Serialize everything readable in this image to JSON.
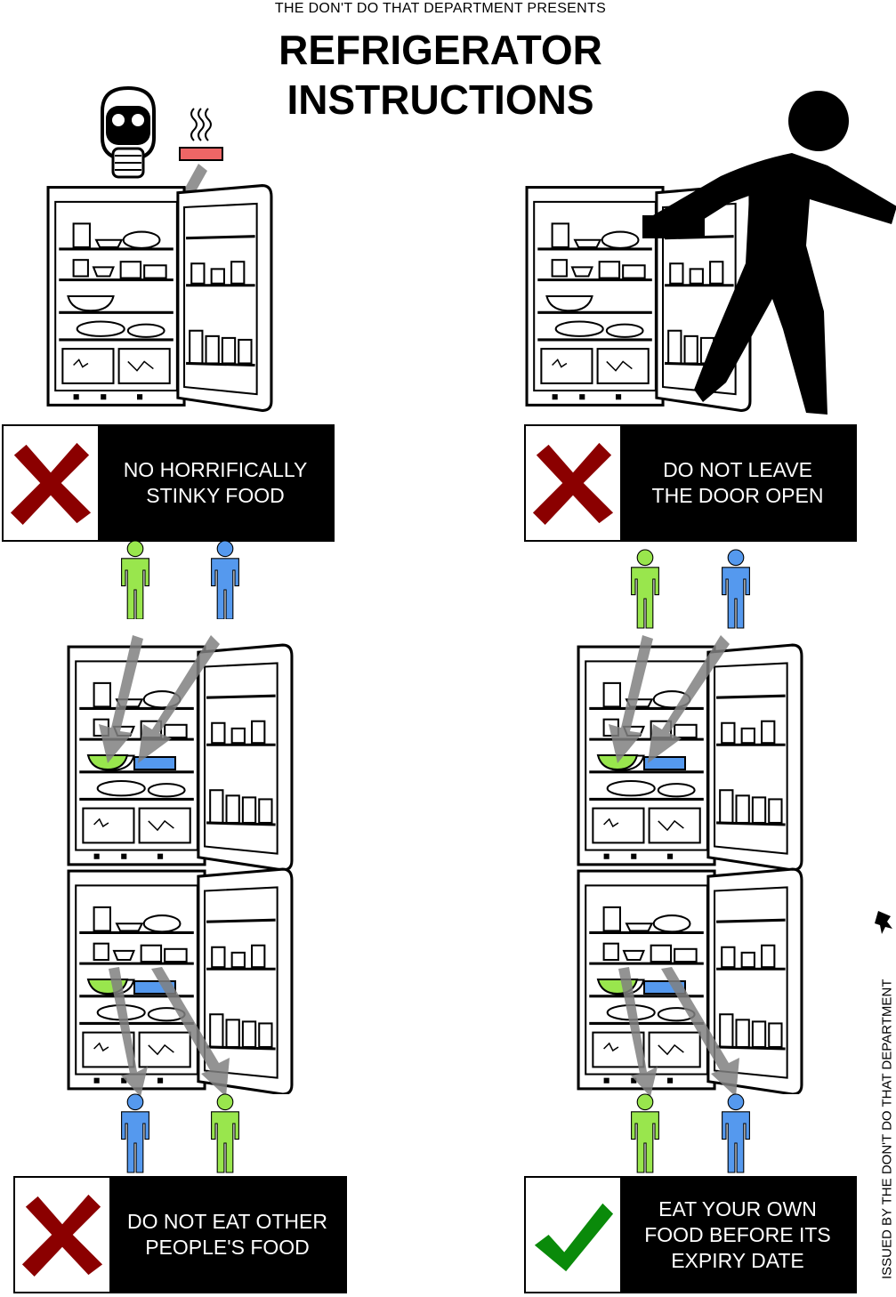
{
  "header": {
    "presents": "THE DON'T DO THAT DEPARTMENT PRESENTS",
    "title_line1": "REFRIGERATOR",
    "title_line2": "INSTRUCTIONS"
  },
  "rules": [
    {
      "verdict": "no",
      "line1": "NO HORRIFICALLY",
      "line2": "STINKY FOOD",
      "line3": ""
    },
    {
      "verdict": "no",
      "line1": "DO NOT LEAVE",
      "line2": "THE DOOR OPEN",
      "line3": ""
    },
    {
      "verdict": "no",
      "line1": "DO NOT EAT OTHER",
      "line2": "PEOPLE'S FOOD",
      "line3": ""
    },
    {
      "verdict": "yes",
      "line1": "EAT YOUR OWN",
      "line2": "FOOD BEFORE ITS",
      "line3": "EXPIRY DATE"
    }
  ],
  "footer": {
    "issued_by": "ISSUED BY THE DON'T DO THAT DEPARTMENT"
  },
  "colors": {
    "cross": "#8b0000",
    "check": "#0a8a0a",
    "person_green": "#99e64d",
    "person_blue": "#5599ee",
    "arrow": "#808080",
    "stink_dish": "#ee6666"
  },
  "icons": [
    "gas-mask-icon",
    "stink-dish-icon",
    "person-silhouette-icon",
    "cross-icon",
    "check-icon",
    "person-icon",
    "refrigerator-icon",
    "department-logo-icon"
  ]
}
